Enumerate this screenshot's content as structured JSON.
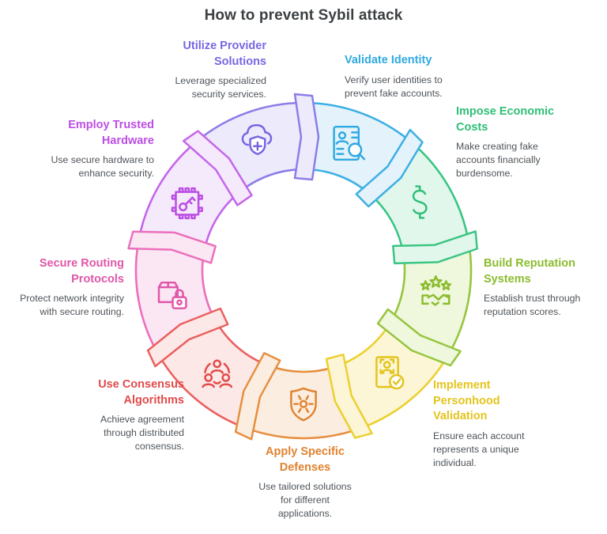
{
  "title": "How to prevent Sybil attack",
  "colors": {
    "title": "#3C4043",
    "description": "#4E545A",
    "background": "#FFFFFF"
  },
  "segments": [
    {
      "id": "validate-identity",
      "title": "Validate Identity",
      "description": "Verify user identities to\nprevent fake accounts.",
      "icon": "id-card-search-icon",
      "color": {
        "heading": "#2FA9E1",
        "stroke": "#3DAFE4",
        "fill": "#E4F3FB"
      }
    },
    {
      "id": "impose-economic-costs",
      "title": "Impose Economic\nCosts",
      "description": "Make creating fake\naccounts financially\nburdensome.",
      "icon": "dollar-sign-icon",
      "color": {
        "heading": "#2EBF77",
        "stroke": "#3BC584",
        "fill": "#E2F7EC"
      }
    },
    {
      "id": "build-reputation-systems",
      "title": "Build Reputation\nSystems",
      "description": "Establish trust through\nreputation scores.",
      "icon": "stars-handshake-icon",
      "color": {
        "heading": "#8BBC2E",
        "stroke": "#97C53F",
        "fill": "#EFF7DC"
      }
    },
    {
      "id": "implement-personhood-validation",
      "title": "Implement\nPersonhood\nValidation",
      "description": "Ensure each account\nrepresents a unique\nindividual.",
      "icon": "person-check-document-icon",
      "color": {
        "heading": "#E4C41D",
        "stroke": "#EBD02F",
        "fill": "#FCF6D7"
      }
    },
    {
      "id": "apply-specific-defenses",
      "title": "Apply Specific\nDefenses",
      "description": "Use tailored solutions\nfor different\napplications.",
      "icon": "shield-gear-icon",
      "color": {
        "heading": "#E0822F",
        "stroke": "#E68F41",
        "fill": "#FBEDDF"
      }
    },
    {
      "id": "use-consensus-algorithms",
      "title": "Use Consensus\nAlgorithms",
      "description": "Achieve agreement\nthrough distributed\nconsensus.",
      "icon": "people-network-icon",
      "color": {
        "heading": "#E24A4A",
        "stroke": "#EB6060",
        "fill": "#FCE9E7"
      }
    },
    {
      "id": "secure-routing-protocols",
      "title": "Secure Routing\nProtocols",
      "description": "Protect network integrity\nwith secure routing.",
      "icon": "package-lock-icon",
      "color": {
        "heading": "#E156A8",
        "stroke": "#EB6FBC",
        "fill": "#FBE7F4"
      }
    },
    {
      "id": "employ-trusted-hardware",
      "title": "Employ Trusted\nHardware",
      "description": "Use secure hardware to\nenhance security.",
      "icon": "chip-key-icon",
      "color": {
        "heading": "#BB4EE4",
        "stroke": "#C566EB",
        "fill": "#F5E9FC"
      }
    },
    {
      "id": "utilize-provider-solutions",
      "title": "Utilize Provider\nSolutions",
      "description": "Leverage specialized\nsecurity services.",
      "icon": "cloud-shield-plus-icon",
      "color": {
        "heading": "#7667E2",
        "stroke": "#8B7DE9",
        "fill": "#EDEAFB"
      }
    }
  ]
}
